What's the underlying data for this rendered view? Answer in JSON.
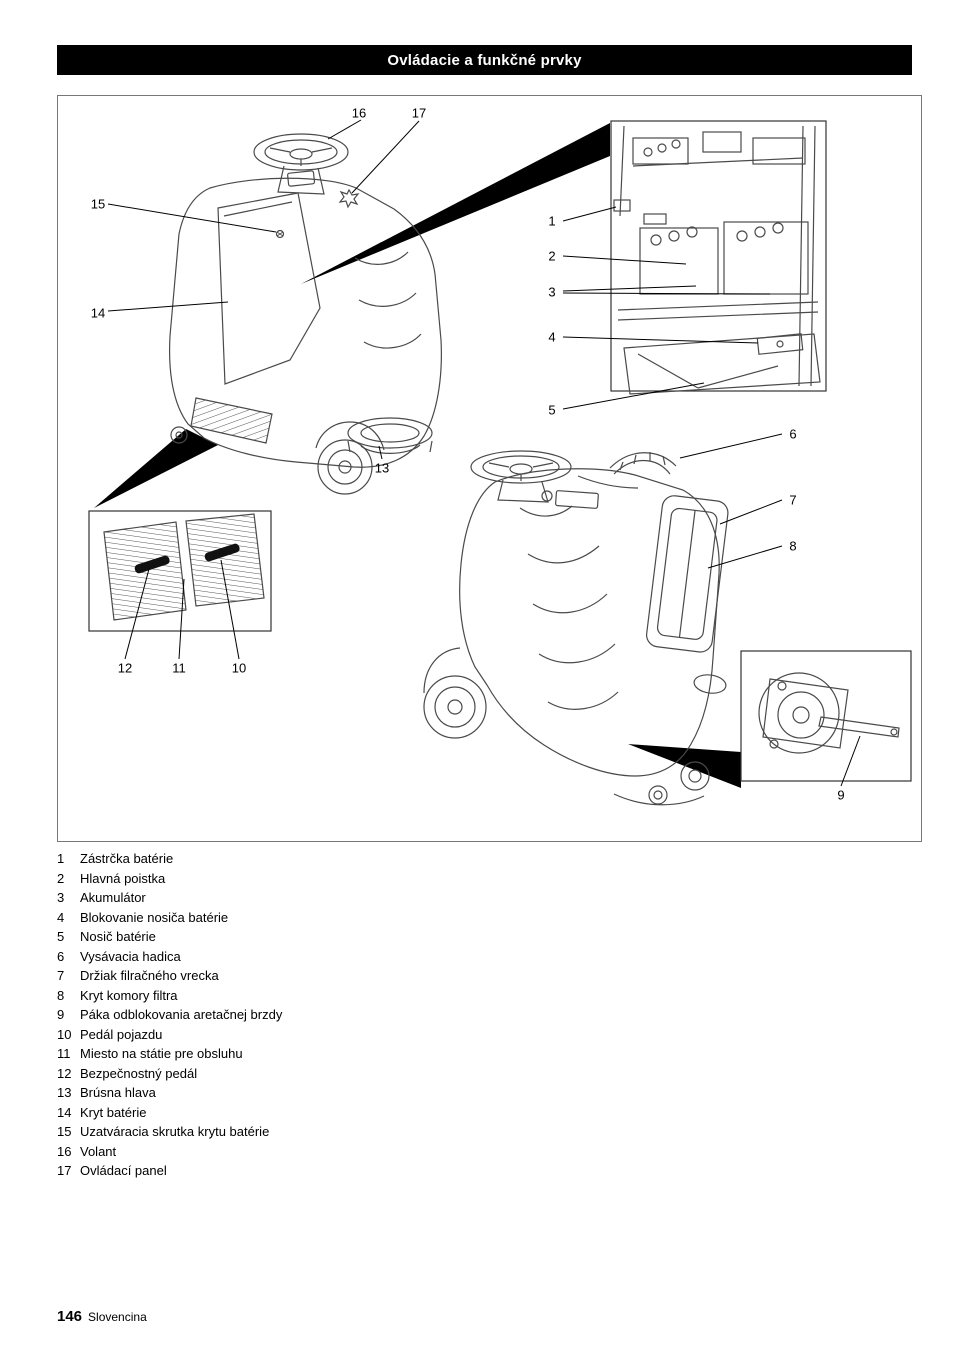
{
  "header": {
    "title": "Ovládacie a funkčné prvky"
  },
  "diagram": {
    "callout_numbers": {
      "c1": "1",
      "c2": "2",
      "c3": "3",
      "c4": "4",
      "c5": "5",
      "c6": "6",
      "c7": "7",
      "c8": "8",
      "c9": "9",
      "c10": "10",
      "c11": "11",
      "c12": "12",
      "c13": "13",
      "c14": "14",
      "c15": "15",
      "c16": "16",
      "c17": "17"
    }
  },
  "legend": {
    "items": [
      {
        "num": "1",
        "label": "Zástrčka batérie"
      },
      {
        "num": "2",
        "label": "Hlavná poistka"
      },
      {
        "num": "3",
        "label": "Akumulátor"
      },
      {
        "num": "4",
        "label": "Blokovanie nosiča batérie"
      },
      {
        "num": "5",
        "label": "Nosič batérie"
      },
      {
        "num": "6",
        "label": "Vysávacia hadica"
      },
      {
        "num": "7",
        "label": "Držiak filračného vrecka"
      },
      {
        "num": "8",
        "label": "Kryt komory filtra"
      },
      {
        "num": "9",
        "label": "Páka odblokovania aretačnej brzdy"
      },
      {
        "num": "10",
        "label": "Pedál pojazdu"
      },
      {
        "num": "11",
        "label": "Miesto na státie pre obsluhu"
      },
      {
        "num": "12",
        "label": "Bezpečnostný pedál"
      },
      {
        "num": "13",
        "label": "Brúsna hlava"
      },
      {
        "num": "14",
        "label": "Kryt batérie"
      },
      {
        "num": "15",
        "label": "Uzatváracia skrutka krytu batérie"
      },
      {
        "num": "16",
        "label": "Volant"
      },
      {
        "num": "17",
        "label": "Ovládací panel"
      }
    ]
  },
  "footer": {
    "page_number": "146",
    "language": "Slovencina"
  }
}
